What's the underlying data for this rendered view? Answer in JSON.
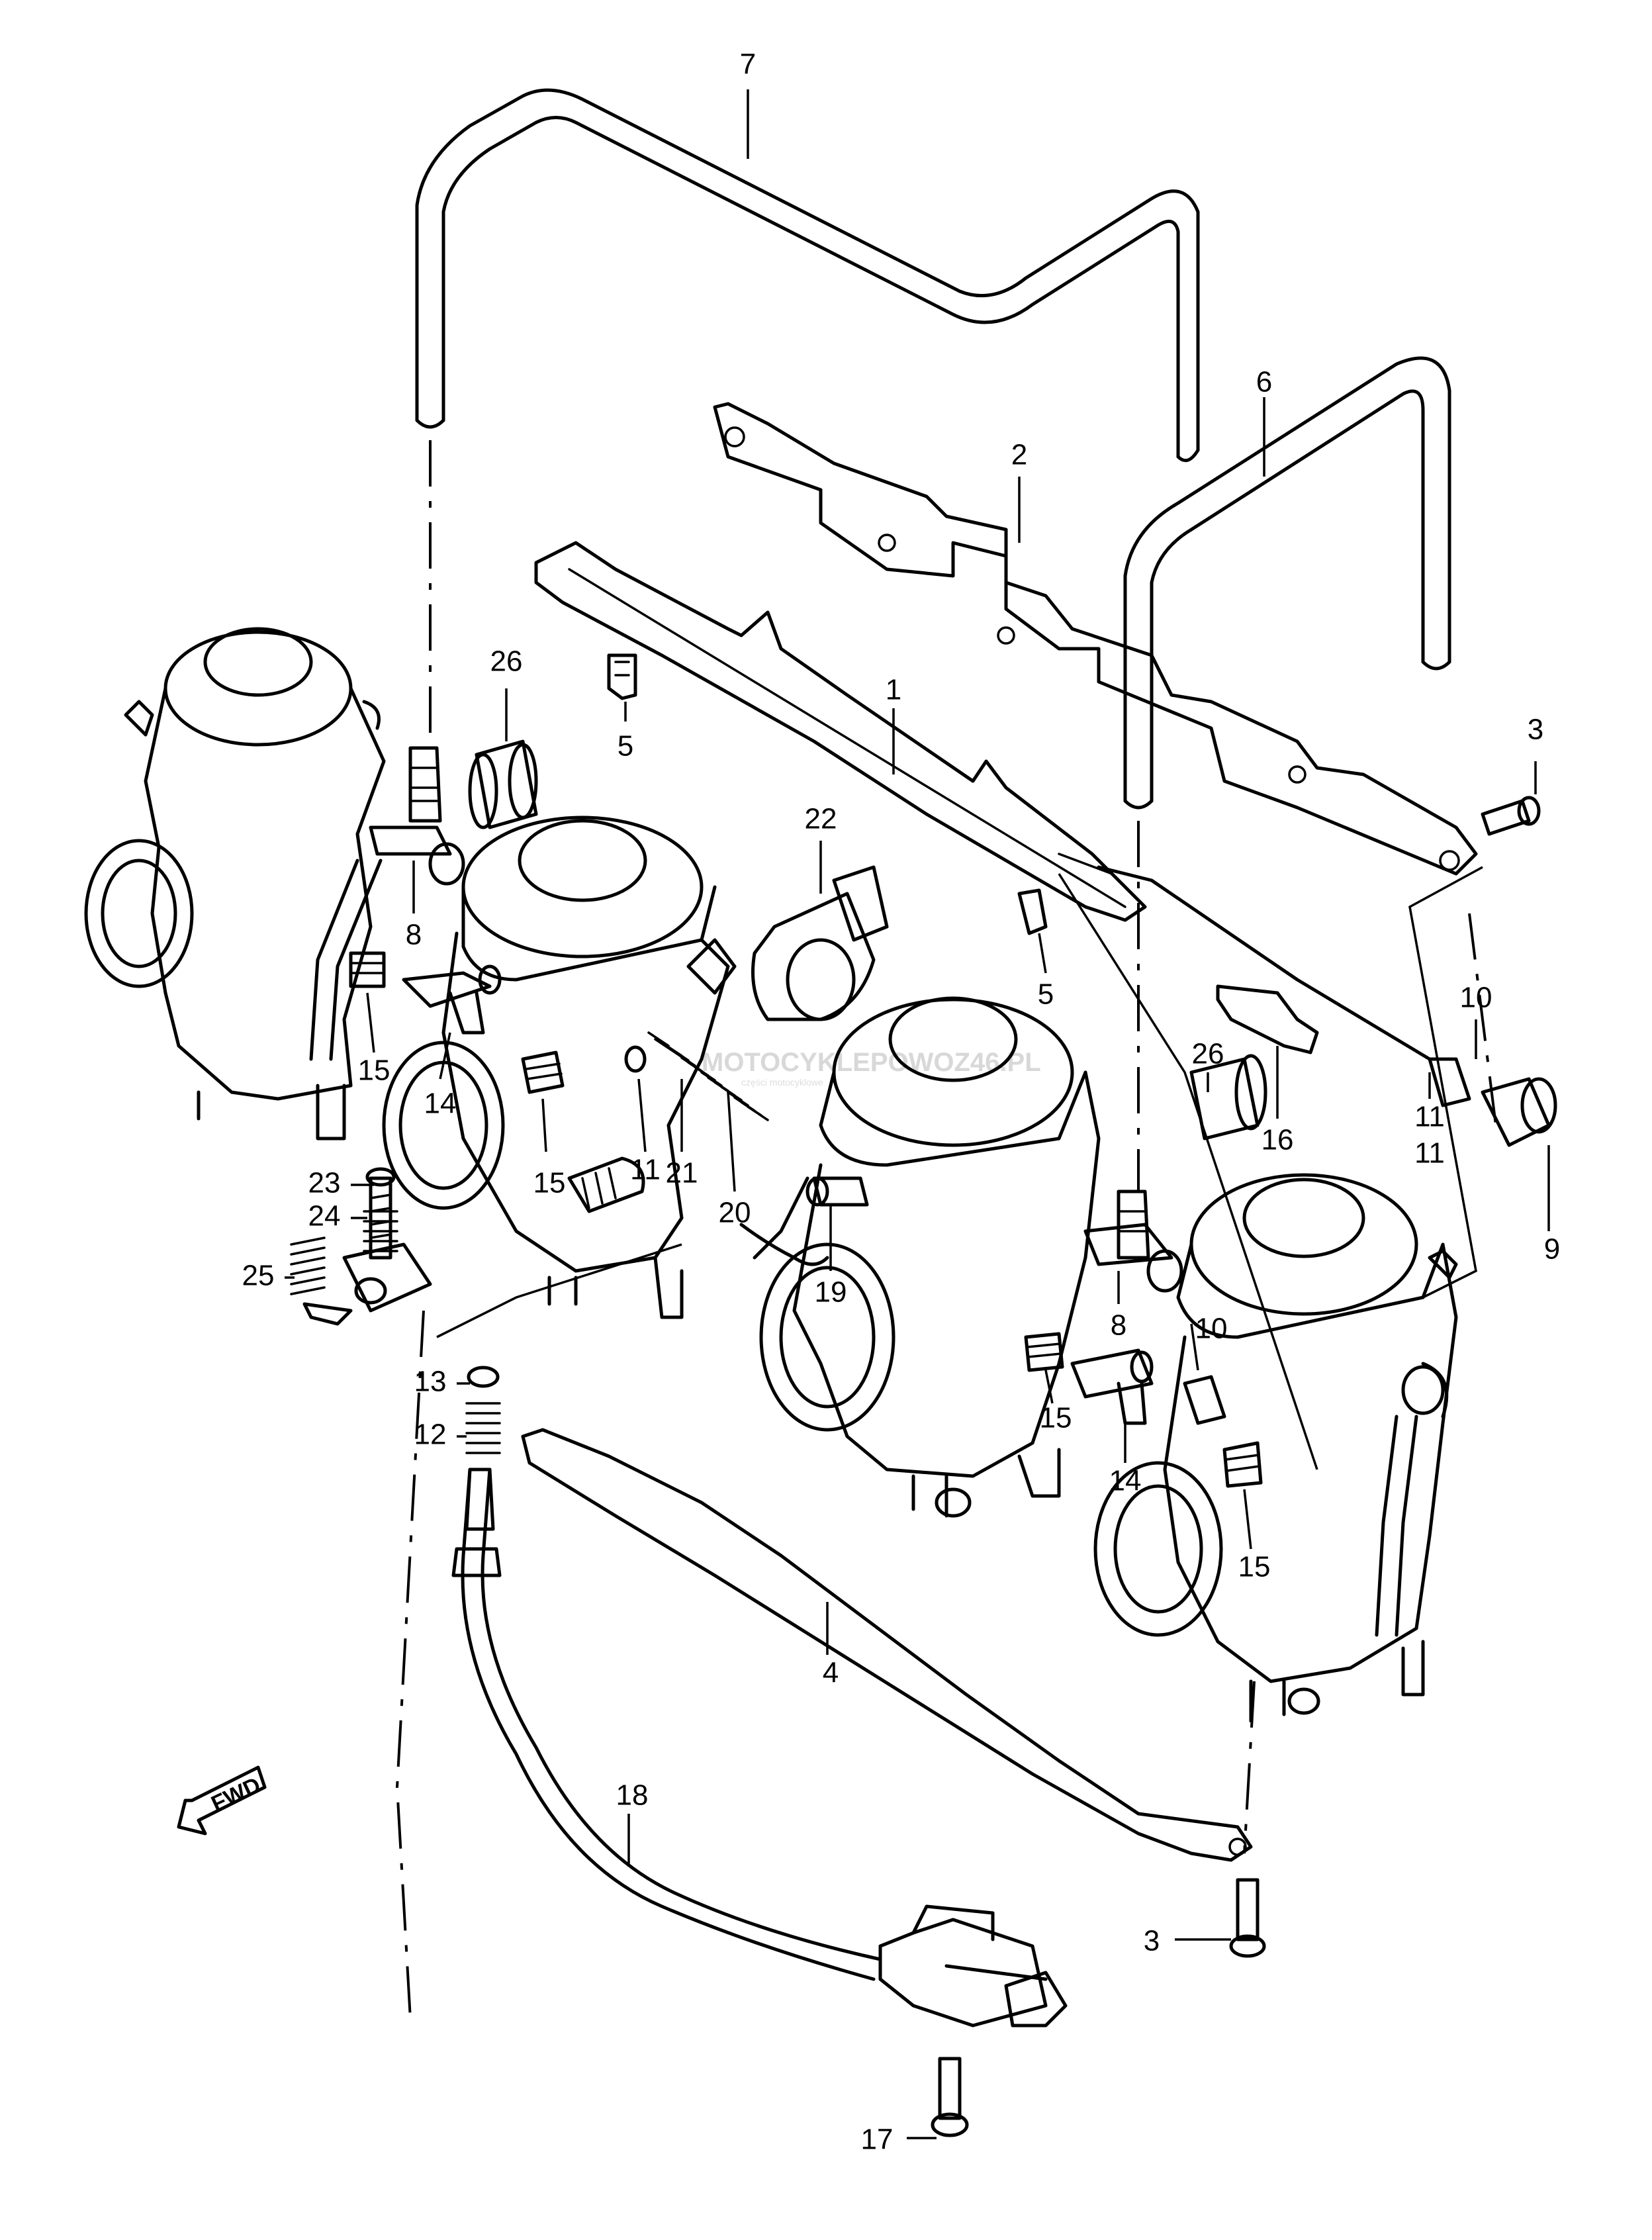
{
  "watermark": {
    "text": "MOTOCYKLEPOWOZ46.PL",
    "tagline": "części motocyklowe"
  },
  "fwd_label": "FWD",
  "callouts": [
    {
      "id": "c7",
      "num": "7"
    },
    {
      "id": "c6",
      "num": "6"
    },
    {
      "id": "c2",
      "num": "2"
    },
    {
      "id": "c26a",
      "num": "26"
    },
    {
      "id": "c5a",
      "num": "5"
    },
    {
      "id": "c1",
      "num": "1"
    },
    {
      "id": "c3a",
      "num": "3"
    },
    {
      "id": "c22",
      "num": "22"
    },
    {
      "id": "c8a",
      "num": "8"
    },
    {
      "id": "c5b",
      "num": "5"
    },
    {
      "id": "c10a",
      "num": "10"
    },
    {
      "id": "c15a",
      "num": "15"
    },
    {
      "id": "c14a",
      "num": "14"
    },
    {
      "id": "c26b",
      "num": "26"
    },
    {
      "id": "c16",
      "num": "16"
    },
    {
      "id": "c11a",
      "num": "11"
    },
    {
      "id": "c11b",
      "num": "11"
    },
    {
      "id": "c9",
      "num": "9"
    },
    {
      "id": "c23",
      "num": "23"
    },
    {
      "id": "c15b",
      "num": "15"
    },
    {
      "id": "c11c",
      "num": "11"
    },
    {
      "id": "c21",
      "num": "21"
    },
    {
      "id": "c20",
      "num": "20"
    },
    {
      "id": "c24",
      "num": "24"
    },
    {
      "id": "c19",
      "num": "19"
    },
    {
      "id": "c25",
      "num": "25"
    },
    {
      "id": "c8b",
      "num": "8"
    },
    {
      "id": "c10b",
      "num": "10"
    },
    {
      "id": "c13",
      "num": "13"
    },
    {
      "id": "c15c",
      "num": "15"
    },
    {
      "id": "c12",
      "num": "12"
    },
    {
      "id": "c14b",
      "num": "14"
    },
    {
      "id": "c15d",
      "num": "15"
    },
    {
      "id": "c4",
      "num": "4"
    },
    {
      "id": "c18",
      "num": "18"
    },
    {
      "id": "c3b",
      "num": "3"
    },
    {
      "id": "c17",
      "num": "17"
    }
  ]
}
